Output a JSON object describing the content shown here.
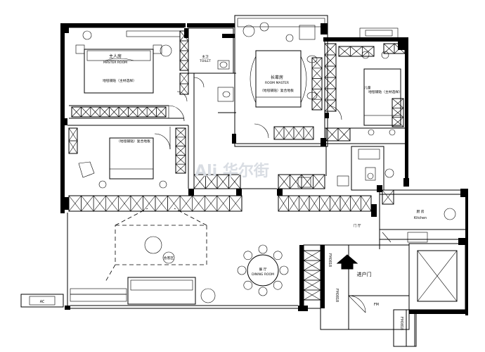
{
  "rooms": {
    "master": {
      "cn": "主人房",
      "en": "MASTER ROOM",
      "note": "地毯铺贴（主材选样）"
    },
    "toilet": {
      "cn": "主卫",
      "en": "TOILET"
    },
    "guest": {
      "cn": "长辈房",
      "en": "ROOM MASTER",
      "note": "（地毯铺贴）复合地板"
    },
    "kids": {
      "cn": "儿童",
      "note": "地毯铺贴（主材选样）"
    },
    "second": {
      "note": "（地毯铺贴）复合地板"
    },
    "hall": {
      "cn": "门 厅"
    },
    "kitchen": {
      "cn": "厨 房",
      "en": "Kitchen"
    },
    "living": {
      "cn": "会客区"
    },
    "dining": {
      "cn": "餐 厅",
      "en": "DINING ROOM"
    },
    "entry": {
      "cn": "进户门"
    }
  },
  "labels": {
    "ac": "AC",
    "fm1": "FM0818",
    "fm2": "FM0818",
    "fm3": "FM",
    "fm4": "FM0818"
  },
  "watermark": "Ali 华尔街"
}
